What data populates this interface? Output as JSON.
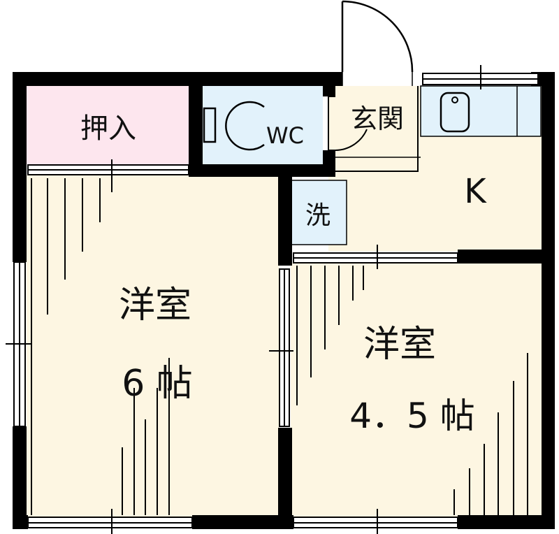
{
  "rooms": {
    "closet": {
      "label": "押入"
    },
    "toilet": {
      "label": "WC"
    },
    "entrance": {
      "label": "玄関"
    },
    "kitchen": {
      "label": "K"
    },
    "laundry": {
      "label": "洗"
    },
    "western_room_1": {
      "label": "洋室",
      "size": "6 帖"
    },
    "western_room_2": {
      "label": "洋室",
      "size": "4．5 帖"
    }
  },
  "colors": {
    "wall": "#000000",
    "floor": "#fdf6e2",
    "closet": "#fde6ee",
    "water": "#e2f2fb"
  }
}
